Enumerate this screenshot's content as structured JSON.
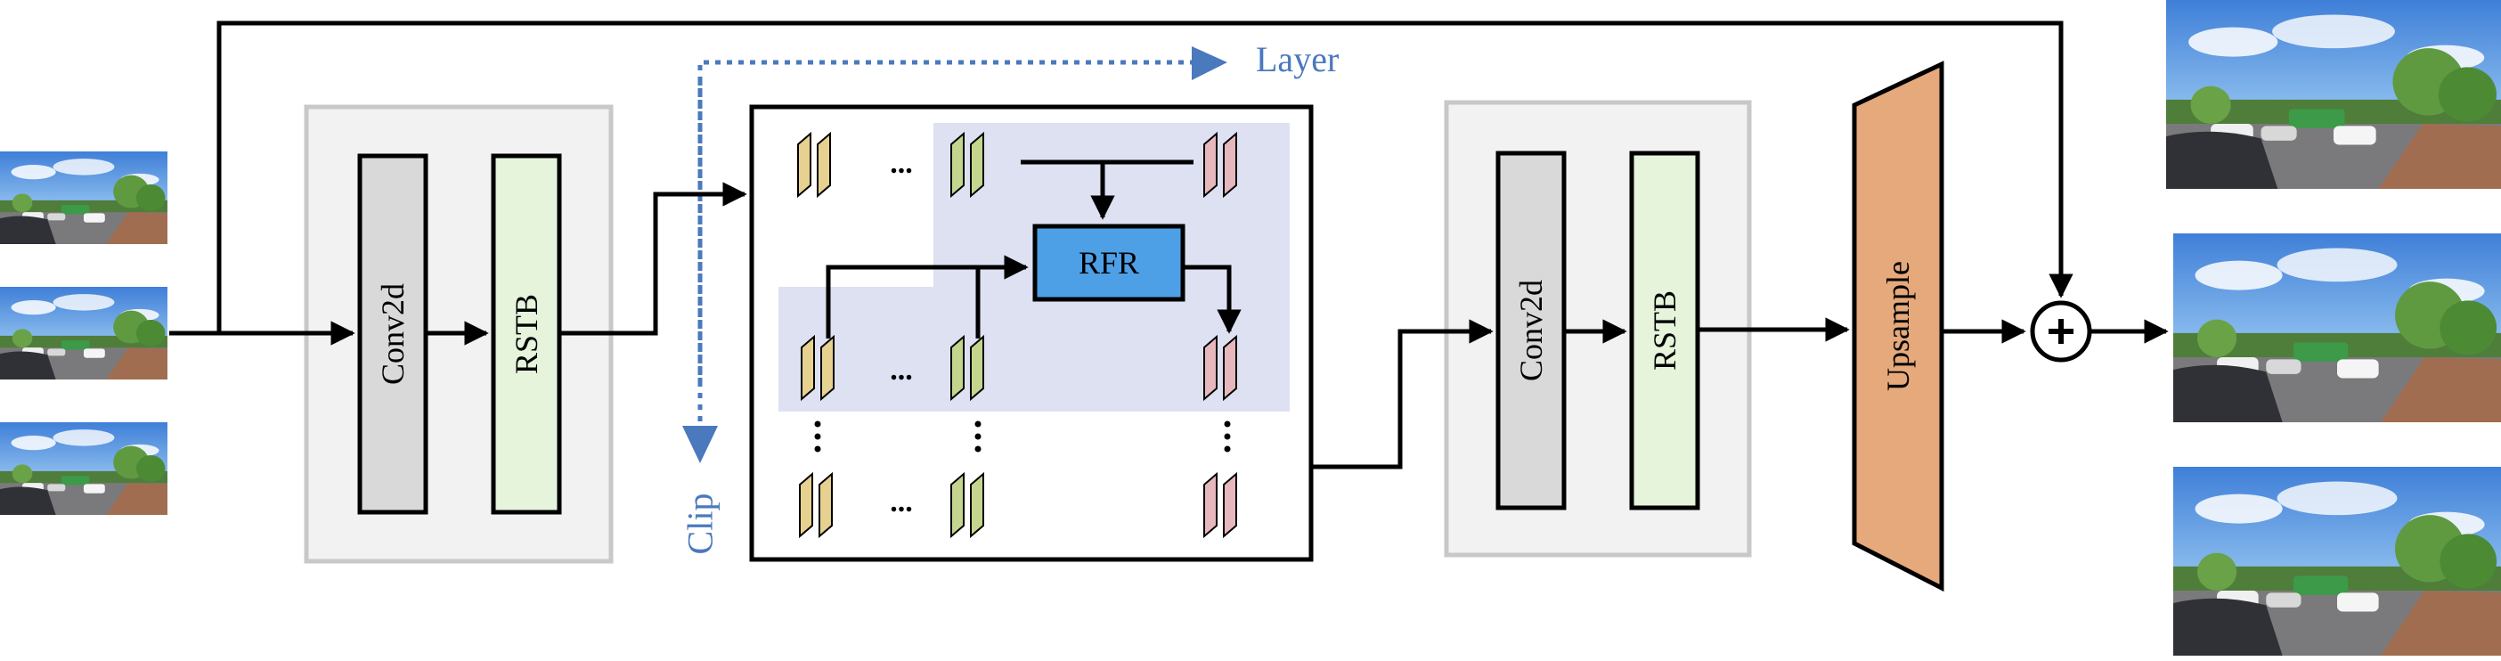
{
  "encoder": {
    "conv_label": "Conv2d",
    "rstb_label": "RSTB"
  },
  "decoder": {
    "conv_label": "Conv2d",
    "rstb_label": "RSTB"
  },
  "center": {
    "rfr_label": "RFR",
    "ellipsis": "..."
  },
  "axes": {
    "layer_label": "Layer",
    "clip_label": "Clip"
  },
  "upsample_label": "Upsample",
  "colors": {
    "panel_bg": "#f2f2f2",
    "panel_border": "#c8c8c8",
    "conv_fill": "#d9d9d9",
    "rstb_fill": "#e6f4dc",
    "rfr_fill": "#4ea0e6",
    "upsample_fill": "#e5a97c",
    "region_fill": "#dde1f2",
    "axis_blue": "#4a79bd",
    "feat_yellow": "#e6d190",
    "feat_green": "#c4d68e",
    "feat_pink": "#e6b8be"
  }
}
